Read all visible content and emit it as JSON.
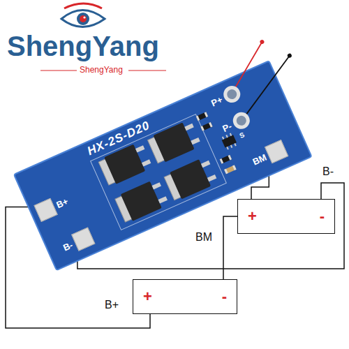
{
  "diagram": {
    "nodes": [
      {
        "text": [
          "HX-2S-D20"
        ]
      },
      {
        "text": [
          "P+"
        ],
        "in": 0
      },
      {
        "text": [
          "P-"
        ],
        "in": 0
      },
      {
        "text": [
          "BM"
        ],
        "in": 0
      },
      {
        "text": [
          "B+"
        ],
        "in": 0
      },
      {
        "text": [
          "B-"
        ],
        "in": 0
      },
      {
        "text": [
          "+",
          "-"
        ]
      },
      {
        "text": [
          "-",
          "+"
        ]
      }
    ],
    "edges": [
      {
        "from": 4,
        "to": 7,
        "arrow": "none"
      },
      {
        "from": 5,
        "to": 6,
        "arrow": "none"
      },
      {
        "from": 3,
        "to": 6,
        "arrow": "none"
      },
      {
        "from": 7,
        "to": 6,
        "arrow": "none"
      }
    ],
    "labels": [
      "ShengYang",
      "ShengYang",
      "S",
      "B-",
      "BM",
      "B+"
    ]
  }
}
